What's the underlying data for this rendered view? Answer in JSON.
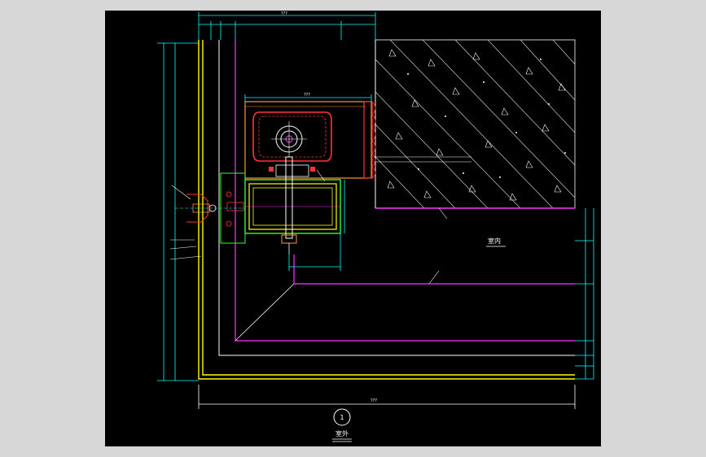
{
  "colors": {
    "background": "#000000",
    "frame": "#d7d7d7",
    "dimension": "#00ffff",
    "aluminum": "#ffff00",
    "magenta": "#ff33ff",
    "green_profile": "#33ff33",
    "red_bracket": "#ff3333",
    "orange": "#ff9933",
    "white": "#ffffff",
    "concrete_hatch": "#cccccc"
  },
  "labels": {
    "indoor": "室内",
    "outdoor": "室外",
    "detail_number": "1",
    "dim_top_total": "???",
    "dim_bracket_width": "???",
    "dim_bottom_total": "???"
  }
}
